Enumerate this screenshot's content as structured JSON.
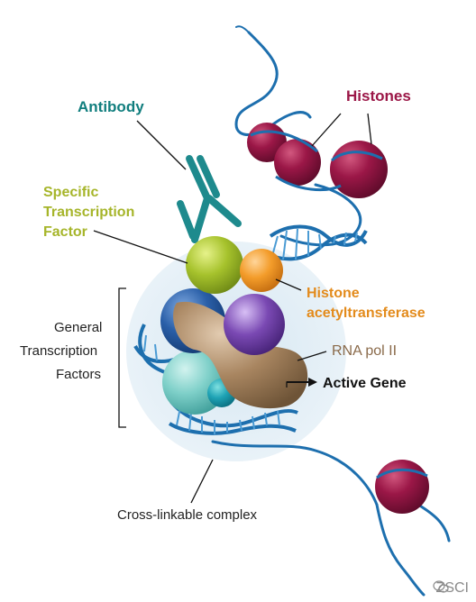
{
  "labels": {
    "antibody": "Antibody",
    "histones": "Histones",
    "specific_tf_line1": "Specific",
    "specific_tf_line2": "Transcription",
    "specific_tf_line3": "Factor",
    "histone_at_line1": "Histone",
    "histone_at_line2": "acetyltransferase",
    "rna_pol": "RNA pol II",
    "active_gene": "Active Gene",
    "general_tf_line1": "General",
    "general_tf_line2": "Transcription",
    "general_tf_line3": "Factors",
    "complex": "Cross-linkable complex"
  },
  "watermark": {
    "text": "ZSCI",
    "icon": "wechat-icon"
  },
  "colors": {
    "dna": "#1d6fae",
    "dna_light": "#4a9bd4",
    "histone": "#9b1747",
    "antibody": "#1e8a8d",
    "specific_tf": "#a6c22c",
    "histone_at": "#f39c2a",
    "general_tf_blue": "#2a5fa8",
    "general_tf_teal": "#5cc4c4",
    "rna_pol": "#a88560",
    "purple": "#7a49b3",
    "halo": "#e3eef5",
    "antibody_label": "#117e7e",
    "histones_label": "#9b1747",
    "specific_tf_label": "#a6b52a",
    "histone_at_label": "#e38b1c",
    "rna_pol_label": "#8a6a4a",
    "black_label": "#222222"
  }
}
